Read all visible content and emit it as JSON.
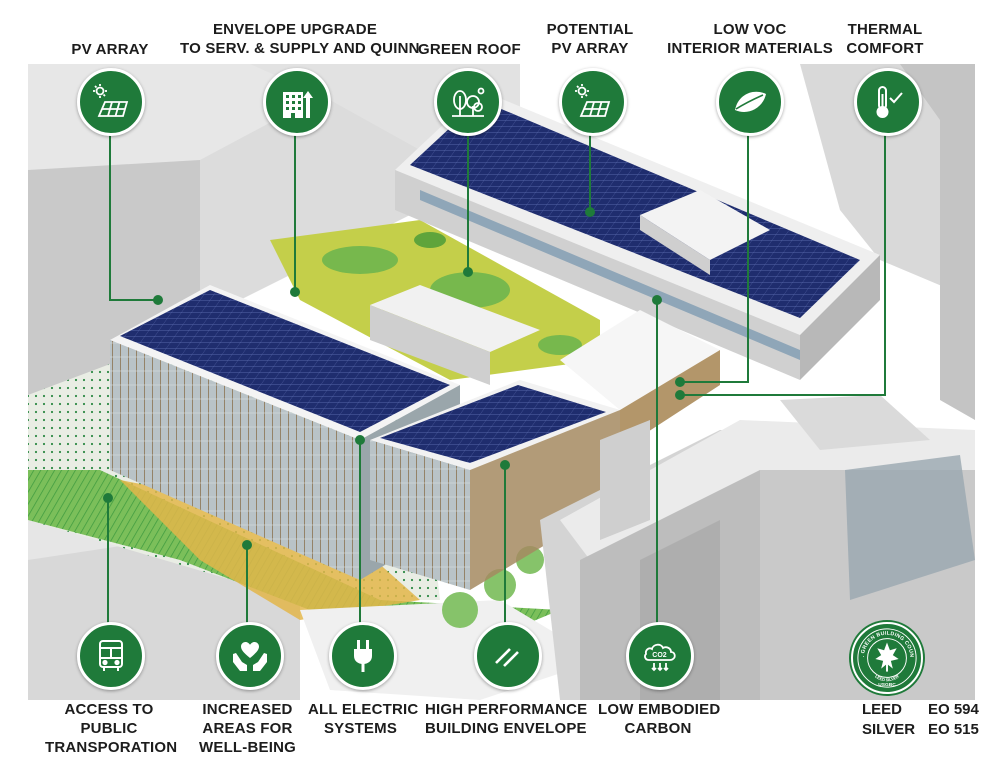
{
  "colors": {
    "accent_green": "#1f7a3a",
    "solar_blue": "#1f2d6e",
    "roof_lime": "#c4cf4a",
    "text_dark": "#1c1c1c"
  },
  "top_features": [
    {
      "id": "pv-array",
      "lines": [
        "PV ARRAY"
      ],
      "icon": "solar-panel-icon"
    },
    {
      "id": "envelope-upgrade",
      "lines": [
        "ENVELOPE UPGRADE",
        "TO SERV. & SUPPLY AND QUINN"
      ],
      "icon": "building-upgrade-icon"
    },
    {
      "id": "green-roof",
      "lines": [
        "GREEN ROOF"
      ],
      "icon": "trees-icon"
    },
    {
      "id": "potential-pv-array",
      "lines": [
        "POTENTIAL",
        "PV ARRAY"
      ],
      "icon": "solar-panel-icon"
    },
    {
      "id": "low-voc",
      "lines": [
        "LOW VOC",
        "INTERIOR MATERIALS"
      ],
      "icon": "leaf-icon"
    },
    {
      "id": "thermal-comfort",
      "lines": [
        "THERMAL",
        "COMFORT"
      ],
      "icon": "thermometer-check-icon"
    }
  ],
  "bottom_features": [
    {
      "id": "public-transportation",
      "lines": [
        "ACCESS TO",
        "PUBLIC",
        "TRANSPORATION"
      ],
      "icon": "bus-icon"
    },
    {
      "id": "well-being",
      "lines": [
        "INCREASED",
        "AREAS FOR",
        "WELL-BEING"
      ],
      "icon": "hands-heart-icon"
    },
    {
      "id": "all-electric",
      "lines": [
        "ALL ELECTRIC",
        "SYSTEMS"
      ],
      "icon": "electric-plug-icon"
    },
    {
      "id": "building-envelope",
      "lines": [
        "HIGH PERFORMANCE",
        "BUILDING ENVELOPE"
      ],
      "icon": "envelope-lines-icon"
    },
    {
      "id": "embodied-carbon",
      "lines": [
        "LOW EMBODIED",
        "CARBON"
      ],
      "icon": "co2-cloud-icon"
    }
  ],
  "leed": {
    "lines": [
      "LEED",
      "SILVER"
    ],
    "eo_lines": [
      "EO 594",
      "EO 515"
    ],
    "seal_icon": "usgbc-leed-seal-icon",
    "seal_text_top": "U.S. GREEN BUILDING COUNCIL",
    "seal_text_bottom": "USGBC",
    "seal_rating": "LEED SILVER"
  },
  "co2_text": "CO2"
}
